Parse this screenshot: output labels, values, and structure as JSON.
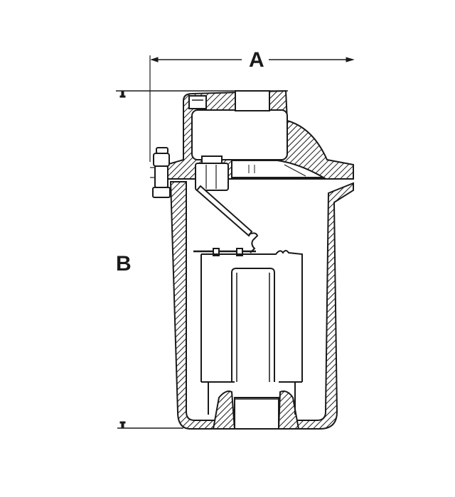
{
  "figure": {
    "subject": "Inverted bucket steam trap cross-section",
    "dimension_labels": {
      "a": "A",
      "b": "B"
    },
    "colors": {
      "line": "#1a1a1a",
      "background": "#ffffff"
    }
  }
}
